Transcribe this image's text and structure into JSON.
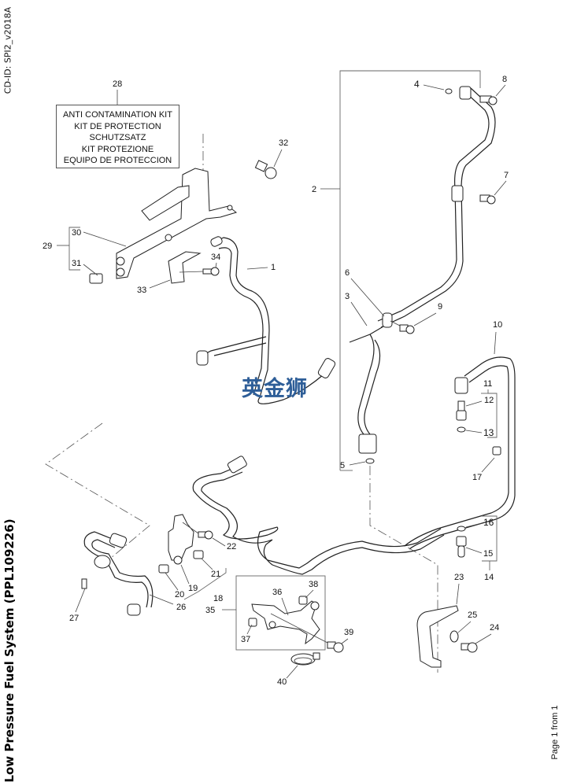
{
  "header": {
    "cd_id": "CD-ID: SPI2_v2018A"
  },
  "footer": {
    "title": "Low Pressure Fuel System (PPL109226)",
    "page": "Page 1 from 1"
  },
  "kit_box": {
    "ref": "28",
    "lines": [
      "ANTI CONTAMINATION KIT",
      "KIT DE PROTECTION",
      "SCHUTZSATZ",
      "KIT PROTEZIONE",
      "EQUIPO DE PROTECCION"
    ]
  },
  "watermark": {
    "text": "英金狮",
    "color": "#2e5e98"
  },
  "callouts": {
    "c1": "1",
    "c2": "2",
    "c3": "3",
    "c4": "4",
    "c5": "5",
    "c6": "6",
    "c7": "7",
    "c8": "8",
    "c9": "9",
    "c10": "10",
    "c11": "11",
    "c12": "12",
    "c13": "13",
    "c14": "14",
    "c15": "15",
    "c16": "16",
    "c17": "17",
    "c18": "18",
    "c19": "19",
    "c20": "20",
    "c21": "21",
    "c22": "22",
    "c23": "23",
    "c24": "24",
    "c25": "25",
    "c26": "26",
    "c27": "27",
    "c29": "29",
    "c30": "30",
    "c31": "31",
    "c32": "32",
    "c33": "33",
    "c34": "34",
    "c35": "35",
    "c36": "36",
    "c37": "37",
    "c38": "38",
    "c39": "39",
    "c40": "40"
  }
}
